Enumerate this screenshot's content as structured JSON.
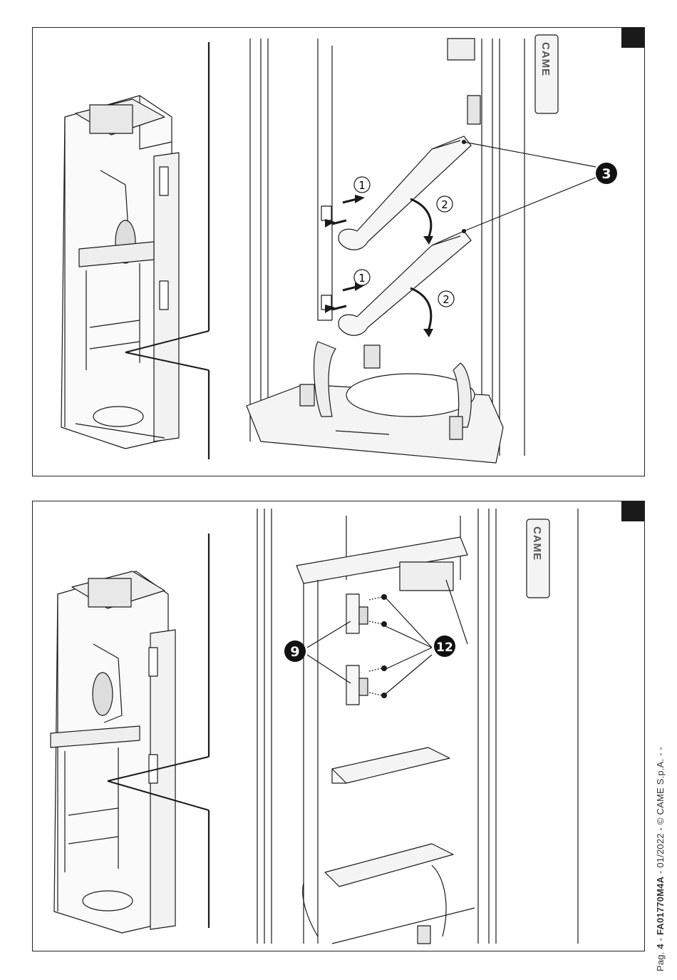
{
  "figure1": {
    "callout_part": "3",
    "step_one": "1",
    "step_two": "2",
    "brand_mark": "CAME"
  },
  "figure2": {
    "callout_bracket": "9",
    "callout_screws": "12",
    "brand_mark": "CAME"
  },
  "footer": {
    "page_prefix": "Pag.",
    "page_number": "4",
    "separator": "-",
    "doc_code": "FA01770M4A",
    "date": "01/2022",
    "copyright": "© CAME S.p.A.",
    "tail": "- -"
  },
  "colors": {
    "line": "#1a1a1a",
    "fill_light": "#f4f4f4",
    "fill_mid": "#e2e2e2",
    "callout_bg": "#111111"
  }
}
